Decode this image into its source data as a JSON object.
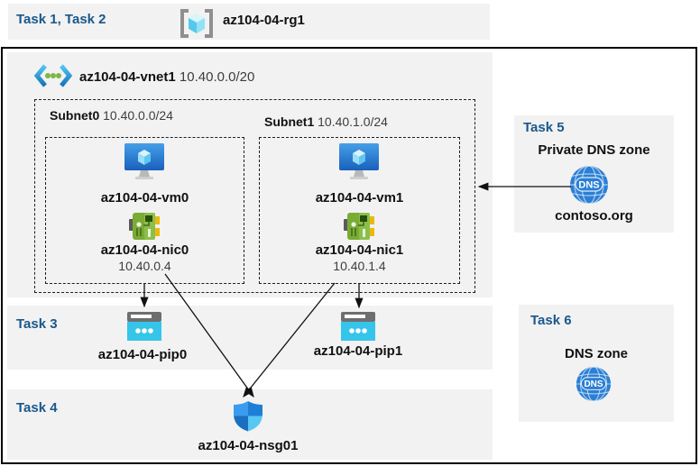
{
  "colors": {
    "task_label_blue": "#19588c",
    "panel_gray": "#f2f2f2",
    "frame_border": "#000000",
    "vm_blue": "#2272cc",
    "nic_green": "#79ab35",
    "pip_cyan": "#35c5ea",
    "nsg_blue": "#2e8de0",
    "dns_blue": "#2b7fd4"
  },
  "header": {
    "task_label": "Task 1, Task 2",
    "resource_group": "az104-04-rg1",
    "icon": "resource-group-icon"
  },
  "vnet": {
    "name": "az104-04-vnet1",
    "cidr": "10.40.0.0/20",
    "icon": "virtual-network-icon",
    "subnets": [
      {
        "name": "Subnet0",
        "cidr": "10.40.0.0/24",
        "vm": "az104-04-vm0",
        "nic": "az104-04-nic0",
        "ip": "10.40.0.4"
      },
      {
        "name": "Subnet1",
        "cidr": "10.40.1.0/24",
        "vm": "az104-04-vm1",
        "nic": "az104-04-nic1",
        "ip": "10.40.1.4"
      }
    ]
  },
  "task3": {
    "label": "Task 3",
    "pip0": "az104-04-pip0",
    "pip1": "az104-04-pip1",
    "icon": "public-ip-icon"
  },
  "task4": {
    "label": "Task 4",
    "nsg": "az104-04-nsg01",
    "icon": "network-security-group-shield-icon"
  },
  "task5": {
    "label": "Task 5",
    "title": "Private DNS zone",
    "zone": "contoso.org",
    "icon": "dns-globe-icon"
  },
  "task6": {
    "label": "Task 6",
    "title": "DNS zone",
    "icon": "dns-globe-icon"
  },
  "dns_icon_text": "DNS"
}
